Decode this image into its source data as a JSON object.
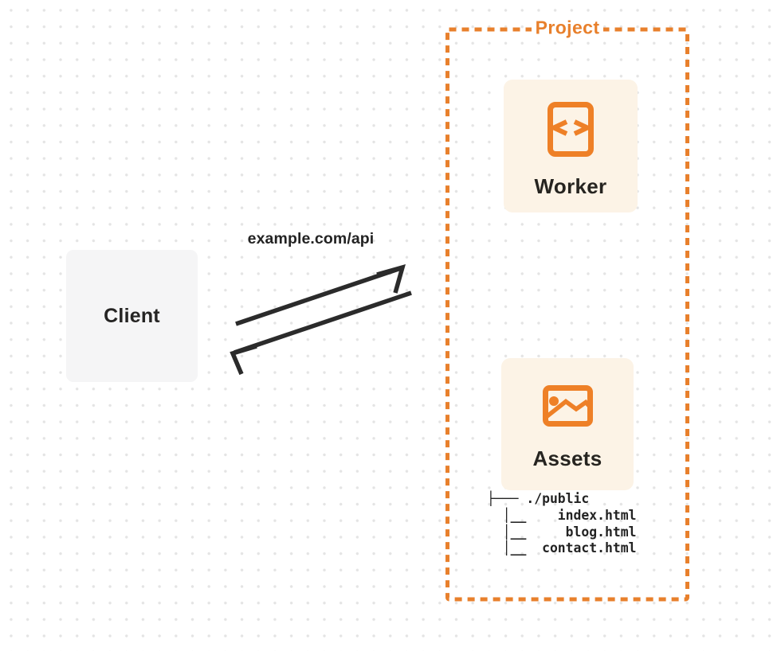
{
  "client": {
    "label": "Client"
  },
  "connection": {
    "label": "example.com/api"
  },
  "project": {
    "title": "Project",
    "nodes": [
      {
        "id": "worker",
        "label": "Worker",
        "icon": "code-file-icon"
      },
      {
        "id": "assets",
        "label": "Assets",
        "icon": "image-icon"
      }
    ],
    "file_tree": {
      "root": "./public",
      "files": [
        "index.html",
        "blog.html",
        "contact.html"
      ],
      "ascii": "├─── ./public\n  │__    index.html\n  │__     blog.html\n  │__  contact.html"
    }
  },
  "colors": {
    "accent_orange": "#e8802c",
    "card_background": "#fcf3e6",
    "client_background": "#f5f5f6",
    "arrow_ink": "#2b2b2b",
    "text_ink": "#242424",
    "dot_grid": "#e4e4e4"
  }
}
